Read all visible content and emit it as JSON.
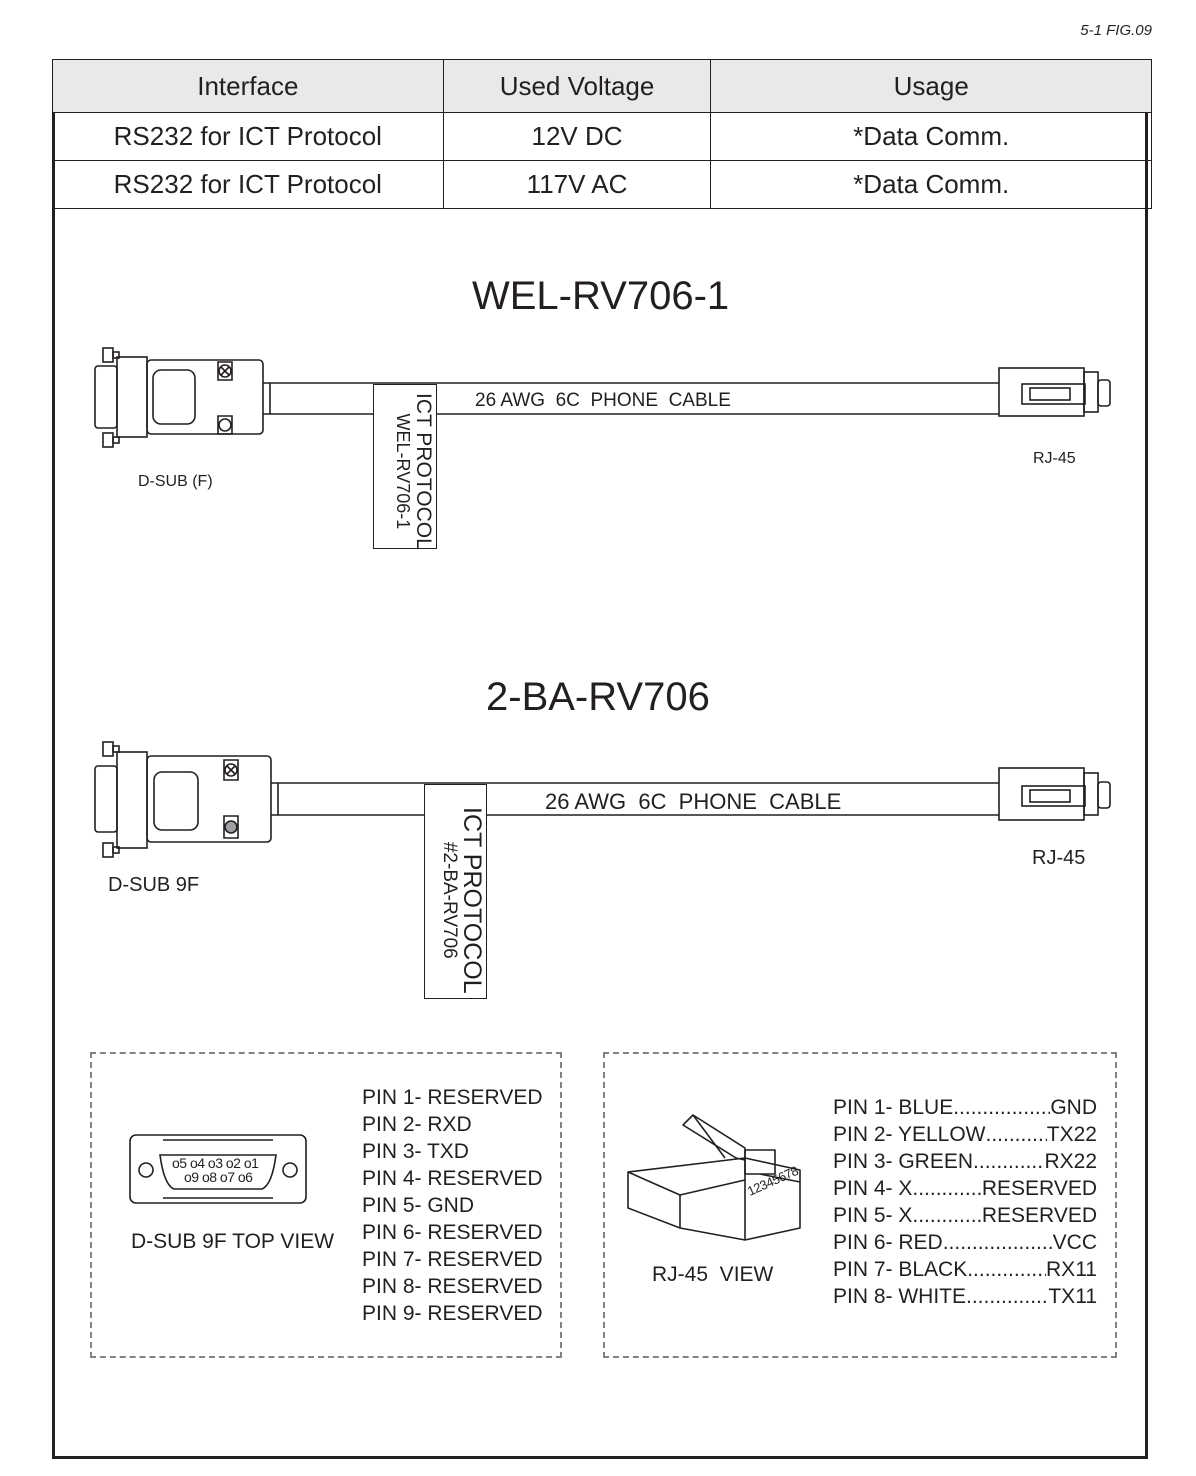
{
  "figure_id": "5-1 FIG.09",
  "table": {
    "headers": [
      "Interface",
      "Used Voltage",
      "Usage"
    ],
    "rows": [
      [
        "RS232 for ICT Protocol",
        "12V DC",
        "*Data Comm."
      ],
      [
        "RS232 for ICT Protocol",
        "117V AC",
        "*Data Comm."
      ]
    ]
  },
  "cable1": {
    "title": "WEL-RV706-1",
    "cable_label": "26 AWG  6C  PHONE  CABLE",
    "left_connector": "D-SUB (F)",
    "right_connector": "RJ-45",
    "tag_line1": "ICT PROTOCOL",
    "tag_line2": "WEL-RV706-1"
  },
  "cable2": {
    "title": "2-BA-RV706",
    "cable_label": "26 AWG  6C  PHONE  CABLE",
    "left_connector": "D-SUB 9F",
    "right_connector": "RJ-45",
    "tag_line1": "ICT PROTOCOL",
    "tag_line2": "#2-BA-RV706"
  },
  "dsub_view": {
    "caption": "D-SUB 9F TOP VIEW",
    "row1_pins": "o5 o4 o3 o2 o1",
    "row2_pins": "o9 o8 o7 o6",
    "pins": [
      "PIN 1- RESERVED",
      "PIN 2- RXD",
      "PIN 3- TXD",
      "PIN 4- RESERVED",
      "PIN 5- GND",
      "PIN 6- RESERVED",
      "PIN 7- RESERVED",
      "PIN 8- RESERVED",
      "PIN 9- RESERVED"
    ]
  },
  "rj45_view": {
    "caption": "RJ-45  VIEW",
    "contact_numbers": "12345678",
    "pins": [
      {
        "name": "PIN 1- BLUE",
        "signal": "GND"
      },
      {
        "name": "PIN 2- YELLOW",
        "signal": "TX22"
      },
      {
        "name": "PIN 3- GREEN",
        "signal": "RX22"
      },
      {
        "name": "PIN 4- X",
        "signal": "RESERVED"
      },
      {
        "name": "PIN 5- X",
        "signal": "RESERVED"
      },
      {
        "name": "PIN 6- RED",
        "signal": "VCC"
      },
      {
        "name": "PIN 7- BLACK",
        "signal": "RX11"
      },
      {
        "name": "PIN 8- WHITE",
        "signal": "TX11"
      }
    ]
  }
}
